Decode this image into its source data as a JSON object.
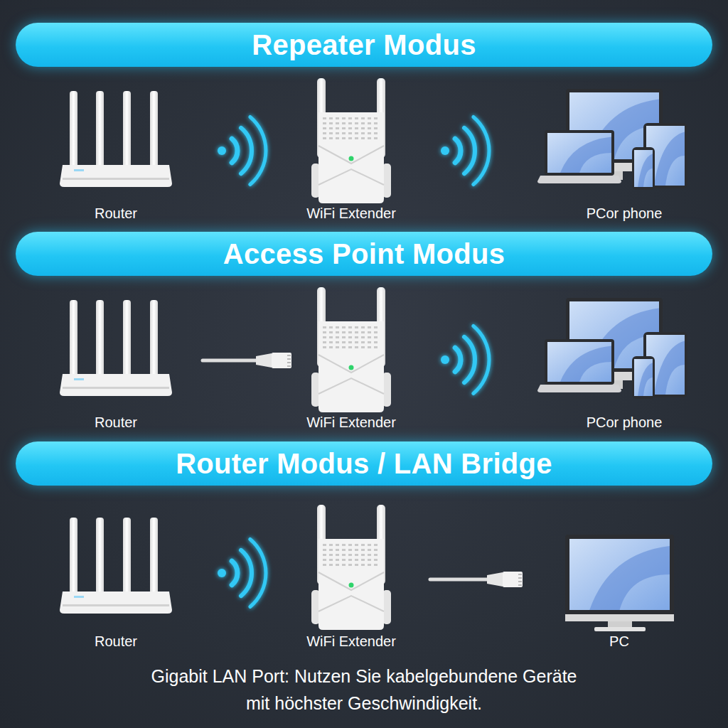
{
  "diagram": {
    "caption": "Gigabit LAN Port: Nutzen Sie kabelgebundene Geräte mit höchster Geschwindigkeit.",
    "nodes": [
      {
        "text": [
          "Repeater Modus"
        ]
      },
      {
        "text": [
          "Access Point Modus"
        ]
      },
      {
        "text": [
          "Router Modus / LAN Bridge"
        ]
      }
    ],
    "labels": [
      "Router",
      "WiFi Extender",
      "PCor phone",
      "Router",
      "WiFi Extender",
      "PCor phone",
      "Router",
      "WiFi Extender",
      "PC"
    ]
  }
}
